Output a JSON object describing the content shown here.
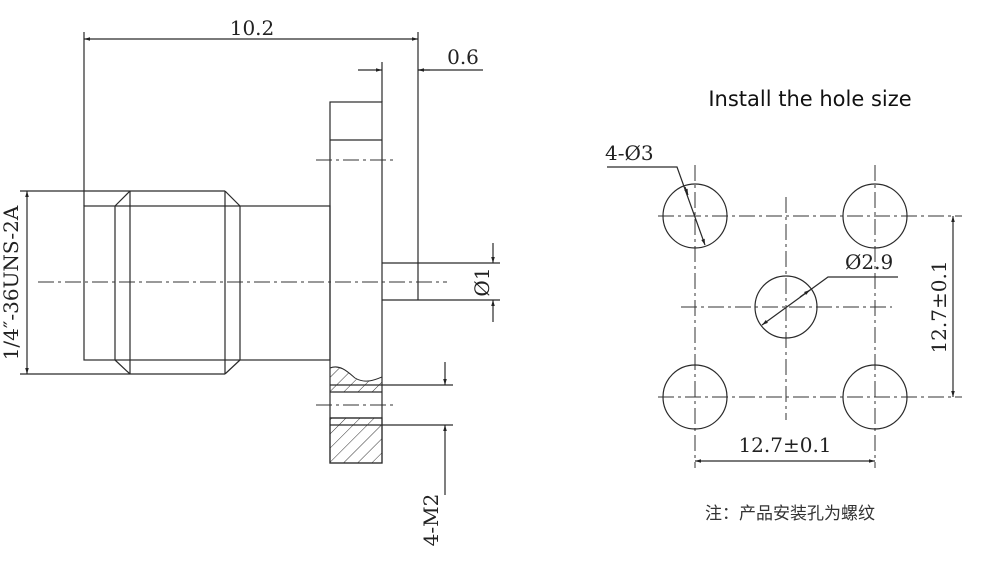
{
  "side_view": {
    "dim_length": "10.2",
    "dim_flange_offset": "0.6",
    "dim_thread": "1/4″-36UNS-2A",
    "dim_pin": "Ø1",
    "dim_mount_thread": "4-M2"
  },
  "hole_view": {
    "title": "Install the hole size",
    "dim_corner_holes": "4-Ø3",
    "dim_center_hole": "Ø2.9",
    "dim_vertical_spacing": "12.7±0.1",
    "dim_horizontal_spacing": "12.7±0.1",
    "note": "注：产品安装孔为螺纹"
  }
}
